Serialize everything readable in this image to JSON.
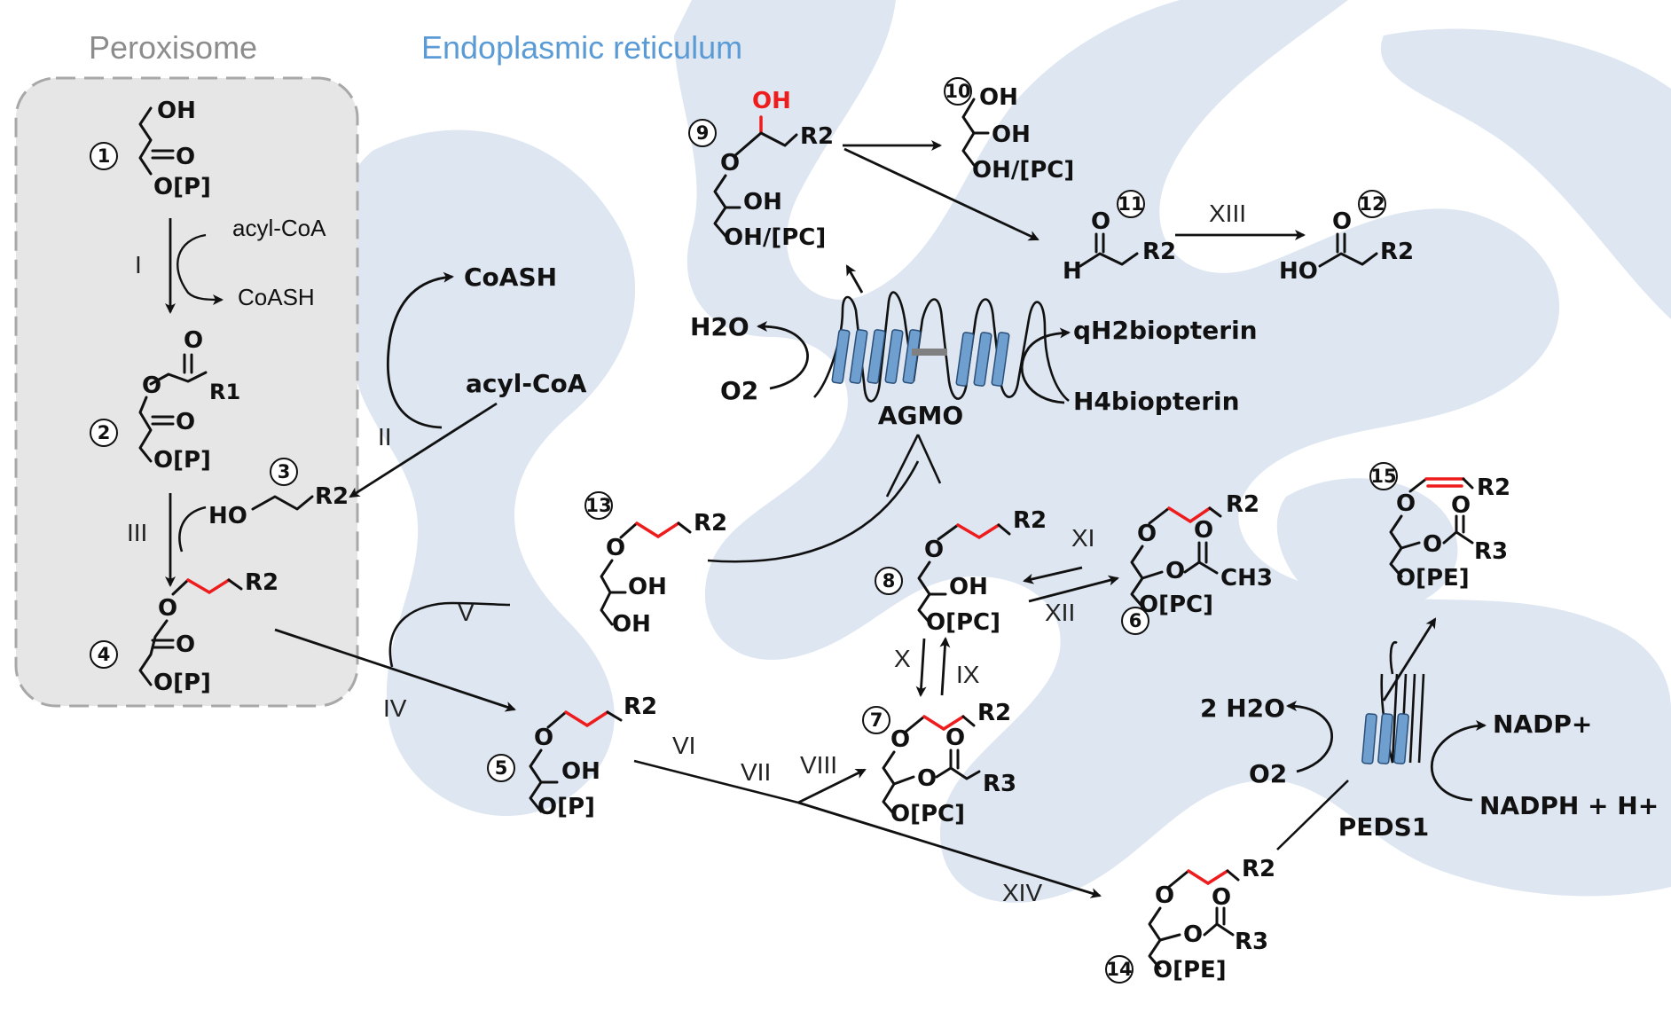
{
  "header": {
    "compartment_peroxisome": "Peroxisome",
    "compartment_er": "Endoplasmic reticulum"
  },
  "colors": {
    "peroxisome_text": "#8c8c8c",
    "er_text": "#5b9bd5",
    "er_background": "#dde6f1",
    "peroxisome_box": "#e6e6e6",
    "highlight_bond": "#ee1c1c",
    "membrane_helix": "#6f9fcf"
  },
  "compounds": {
    "c1": {
      "number": "1",
      "groups": [
        "OH",
        "O",
        "O[P]"
      ]
    },
    "c2": {
      "number": "2",
      "groups": [
        "O",
        "R1",
        "O",
        "O[P]"
      ]
    },
    "c3": {
      "number": "3",
      "groups": [
        "HO",
        "R2"
      ]
    },
    "c4": {
      "number": "4",
      "groups": [
        "R2",
        "O",
        "O",
        "O[P]"
      ]
    },
    "c5": {
      "number": "5",
      "groups": [
        "R2",
        "O",
        "OH",
        "O[P]"
      ]
    },
    "c6": {
      "number": "6",
      "groups": [
        "R2",
        "O",
        "O",
        "CH3",
        "O[PC]"
      ]
    },
    "c7": {
      "number": "7",
      "groups": [
        "R2",
        "O",
        "O",
        "O",
        "R3",
        "O[PC]"
      ]
    },
    "c8": {
      "number": "8",
      "groups": [
        "R2",
        "O",
        "OH",
        "O[PC]"
      ]
    },
    "c9": {
      "number": "9",
      "groups": [
        "OH",
        "R2",
        "O",
        "OH",
        "OH/[PC]"
      ]
    },
    "c10": {
      "number": "10",
      "groups": [
        "OH",
        "OH",
        "OH/[PC]"
      ]
    },
    "c11": {
      "number": "11",
      "groups": [
        "O",
        "H",
        "R2"
      ]
    },
    "c12": {
      "number": "12",
      "groups": [
        "O",
        "HO",
        "R2"
      ]
    },
    "c13": {
      "number": "13",
      "groups": [
        "R2",
        "O",
        "OH",
        "OH"
      ]
    },
    "c14": {
      "number": "14",
      "groups": [
        "R2",
        "O",
        "O",
        "O",
        "R3",
        "O[PE]"
      ]
    },
    "c15": {
      "number": "15",
      "groups": [
        "R2",
        "O",
        "O",
        "O",
        "R3",
        "O[PE]"
      ]
    }
  },
  "reagents": {
    "acyl_coa_small": "acyl-CoA",
    "coash_small": "CoASH",
    "coash_big": "CoASH",
    "acyl_coa_big": "acyl-CoA",
    "h2o": "H2O",
    "o2_agmo": "O2",
    "qh2biopterin": "qH2biopterin",
    "h4biopterin": "H4biopterin",
    "two_h2o": "2 H2O",
    "o2_peds": "O2",
    "nadp": "NADP+",
    "nadph": "NADPH + H+"
  },
  "enzymes": {
    "agmo": "AGMO",
    "peds1": "PEDS1"
  },
  "steps": [
    "I",
    "II",
    "III",
    "IV",
    "V",
    "VI",
    "VII",
    "VIII",
    "IX",
    "X",
    "XI",
    "XII",
    "XIII",
    "XIV"
  ]
}
